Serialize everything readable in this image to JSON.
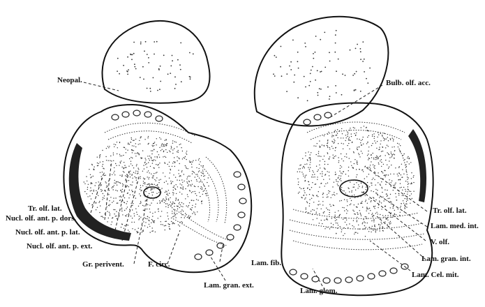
{
  "figure": {
    "labels": {
      "neopal": "Neopal.",
      "bulb_olf_acc": "Bulb. olf. acc.",
      "tr_olf_lat_left": "Tr. olf. lat.",
      "nucl_olf_ant_p_dors": "Nucl. olf. ant. p. dors.",
      "nucl_olf_ant_p_lat": "Nucl. olf. ant. p. lat.",
      "nucl_olf_ant_p_ext": "Nucl. olf. ant. p. ext.",
      "gr_perivent": "Gr. perivent.",
      "f_circ": "F. circ.",
      "lam_fib": "Lam. fib.",
      "lam_gran_ext": "Lam. gran. ext.",
      "lam_glom": "Lam. glom.",
      "tr_olf_lat_right": "Tr. olf. lat.",
      "lam_med_int": "Lam. med. int.",
      "v_olf": "V. olf.",
      "lam_gran_int": "Lam. gran. int.",
      "lam_cel_mit": "Lam. Cel. mit."
    }
  }
}
